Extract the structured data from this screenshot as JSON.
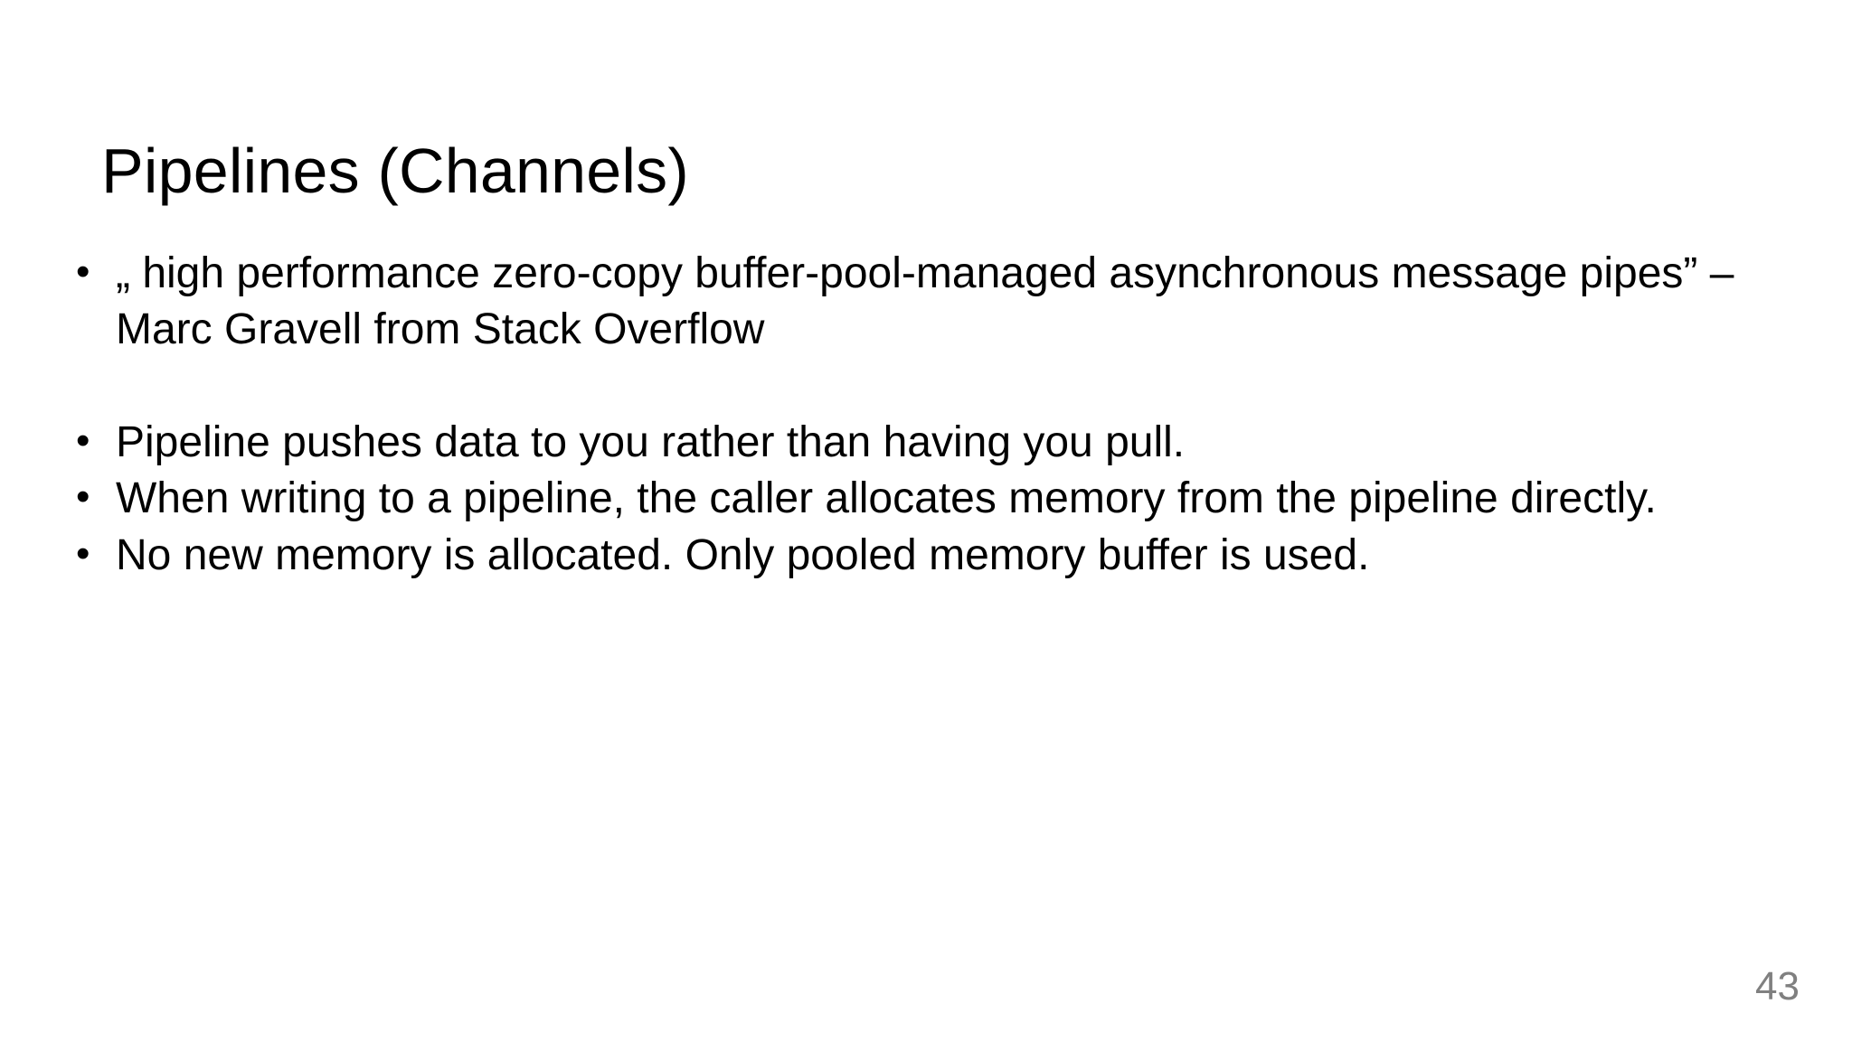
{
  "slide": {
    "title": "Pipelines (Channels)",
    "background_color": "#ffffff",
    "text_color": "#000000",
    "slide_number": "43",
    "slide_number_color": "#808080",
    "bullet_marker": "•",
    "bullets": [
      {
        "id": "quote",
        "text": "„ high performance zero-copy buffer-pool-managed asynchronous message pipes” – Marc Gravell from Stack Overflow"
      },
      {
        "id": "push-model",
        "text": "Pipeline pushes data to you rather than having you pull."
      },
      {
        "id": "caller-allocates",
        "text": "When writing to a pipeline, the caller allocates memory from the pipeline directly."
      },
      {
        "id": "pooled-memory",
        "text": "No new memory is allocated. Only pooled memory buffer is used."
      }
    ]
  }
}
